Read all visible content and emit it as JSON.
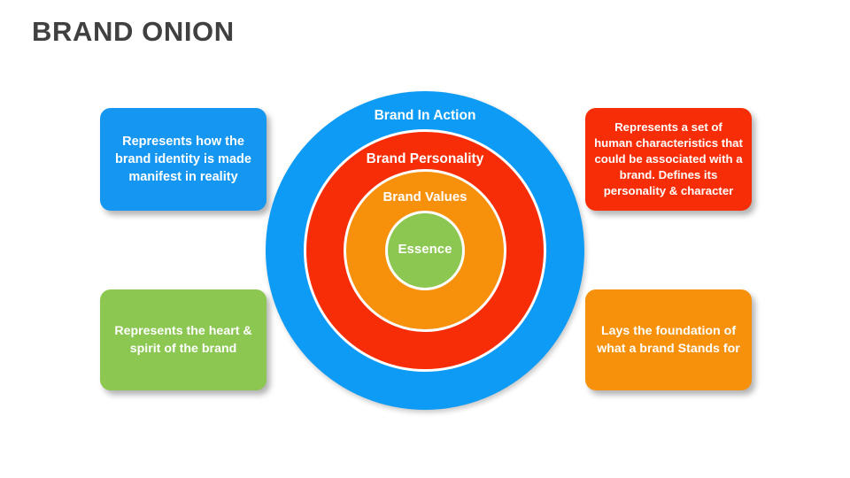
{
  "slide": {
    "title": "BRAND ONION",
    "background_color": "#ffffff",
    "title_color": "#404040"
  },
  "onion": {
    "rings": [
      {
        "id": "brand-in-action",
        "label": "Brand In Action",
        "color": "#0d9bf5",
        "level": 1
      },
      {
        "id": "brand-personality",
        "label": "Brand Personality",
        "color": "#f62d06",
        "level": 2
      },
      {
        "id": "brand-values",
        "label": "Brand Values",
        "color": "#f7910b",
        "level": 3
      },
      {
        "id": "essence",
        "label": "Essence",
        "color": "#8bc751",
        "level": 4
      }
    ]
  },
  "callouts": [
    {
      "id": "brand-in-action",
      "position": "top-left",
      "text": "Represents how the brand identity is made manifest in reality",
      "color": "#1596f0"
    },
    {
      "id": "brand-personality",
      "position": "top-right",
      "text": "Represents a set of human characteristics that could be associated with a brand. Defines its personality & character",
      "color": "#f62d06"
    },
    {
      "id": "essence",
      "position": "bottom-left",
      "text": "Represents the heart & spirit of the brand",
      "color": "#8bc751"
    },
    {
      "id": "brand-values",
      "position": "bottom-right",
      "text": "Lays the foundation of what a brand Stands for",
      "color": "#f7910b"
    }
  ]
}
